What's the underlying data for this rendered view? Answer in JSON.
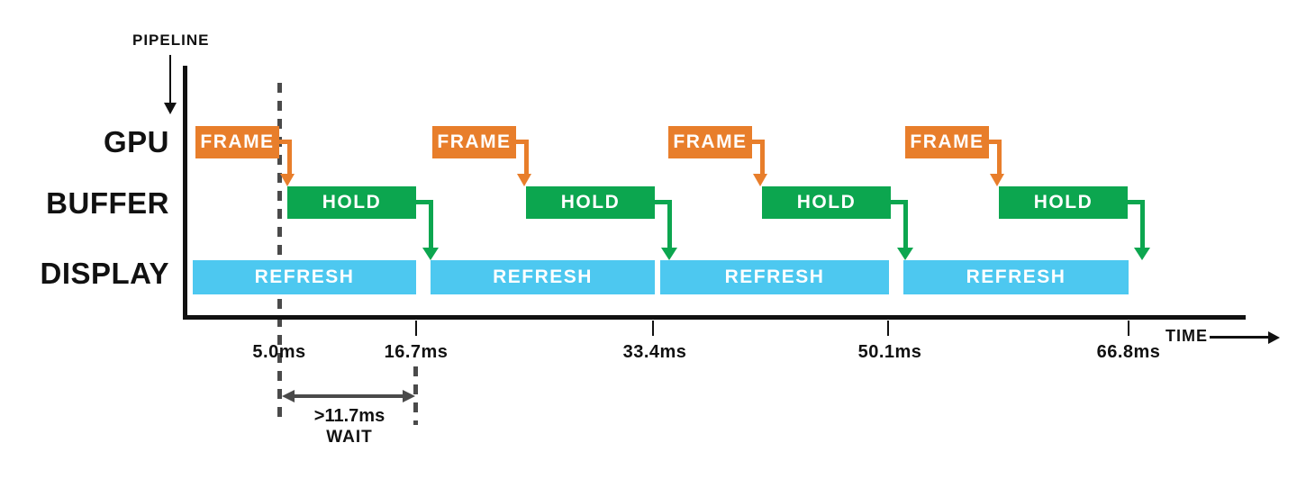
{
  "pipeline_label": "PIPELINE",
  "rows": [
    {
      "label": "GPU"
    },
    {
      "label": "BUFFER"
    },
    {
      "label": "DISPLAY"
    }
  ],
  "box_labels": {
    "frame": "FRAME",
    "hold": "HOLD",
    "refresh": "REFRESH"
  },
  "time_axis": {
    "label": "TIME",
    "ticks": [
      "5.0ms",
      "16.7ms",
      "33.4ms",
      "50.1ms",
      "66.8ms"
    ]
  },
  "wait_annotation": {
    "value": ">11.7ms",
    "label": "WAIT"
  },
  "colors": {
    "frame_orange": "#E87E2B",
    "hold_green": "#0CA64F",
    "refresh_blue": "#4DC8F0",
    "dash_gray": "#4A4A4A",
    "axis_black": "#111111"
  }
}
